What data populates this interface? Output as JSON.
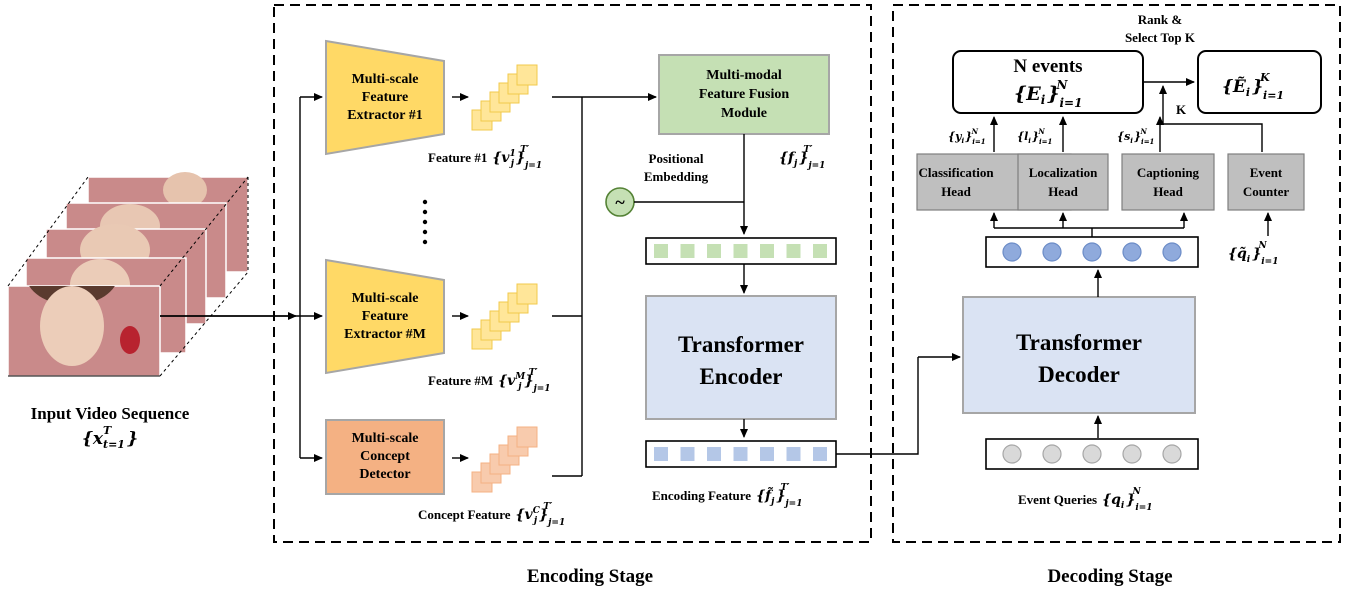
{
  "colors": {
    "extractor": "#ffd966",
    "concept": "#f4b183",
    "fusion": "#c5e0b4",
    "transformer": "#dae3f3",
    "head": "#bfbfbf",
    "query_fill": "#d9d9d9",
    "decoder_query_fill": "#8faadc",
    "feature_sq": "#ffe699",
    "concept_sq": "#f8cbad",
    "video_bg": "#c98a8a"
  },
  "input": {
    "title": "Input Video Sequence",
    "set": "{x",
    "sub": "t=1",
    "sup": "T",
    "set_close": "}"
  },
  "encoding": {
    "stage_label": "Encoding Stage",
    "extractor1": [
      "Multi-scale",
      "Feature",
      "Extractor #1"
    ],
    "extractorM": [
      "Multi-scale",
      "Feature",
      "Extractor #M"
    ],
    "concept": [
      "Multi-scale",
      "Concept",
      "Detector"
    ],
    "feature1_label": "Feature #1",
    "feature1_math": "{v",
    "feature1_inner_sup": "1",
    "featureM_label": "Feature #M",
    "featureM_math": "{v",
    "featureM_inner_sup": "M",
    "concept_label": "Concept Feature",
    "concept_math": "{v",
    "concept_inner_sup": "C",
    "math_inner_sub": "j",
    "math_close": "}",
    "math_sub": "j=1",
    "math_sup": "T′",
    "fusion": [
      "Multi-modal",
      "Feature Fusion",
      "Module"
    ],
    "fusion_out": "{f",
    "positional": [
      "Positional",
      "Embedding"
    ],
    "tilde_icon": "~",
    "transformer": [
      "Transformer",
      "Encoder"
    ],
    "encoding_feature_label": "Encoding Feature",
    "encoding_feature_math": "{f̃"
  },
  "decoding": {
    "stage_label": "Decoding Stage",
    "rank_label": [
      "Rank &",
      "Select Top K"
    ],
    "events_title": "N events",
    "events_math": "{E",
    "events_sub": "i=1",
    "events_sup": "N",
    "events_inner_sub": "i",
    "topk_math": "{Ẽ",
    "topk_sup": "K",
    "k_label": "K",
    "heads": [
      [
        "Classification",
        "Head"
      ],
      [
        "Localization",
        "Head"
      ],
      [
        "Captioning",
        "Head"
      ],
      [
        "Event",
        "Counter"
      ]
    ],
    "head_outputs": [
      "{y",
      "{l",
      "{s"
    ],
    "head_out_sub": "i=1",
    "head_out_sup": "N",
    "head_out_inner": "i",
    "query_out": "{q̃",
    "transformer": [
      "Transformer",
      "Decoder"
    ],
    "queries_label": "Event Queries",
    "queries_math": "{q"
  }
}
